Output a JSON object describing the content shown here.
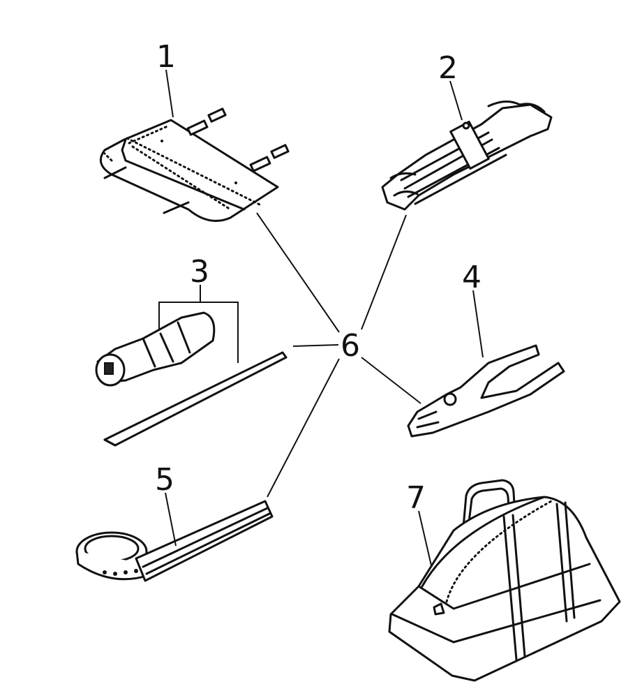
{
  "callouts": {
    "tool_roll": "1",
    "wrench_set": "2",
    "screwdriver_set": "3",
    "pliers": "4",
    "oil_filter_wrench": "5",
    "tool_kit_group": "6",
    "tool_bag": "7"
  },
  "colors": {
    "ink": "#111111",
    "paper": "#ffffff"
  }
}
